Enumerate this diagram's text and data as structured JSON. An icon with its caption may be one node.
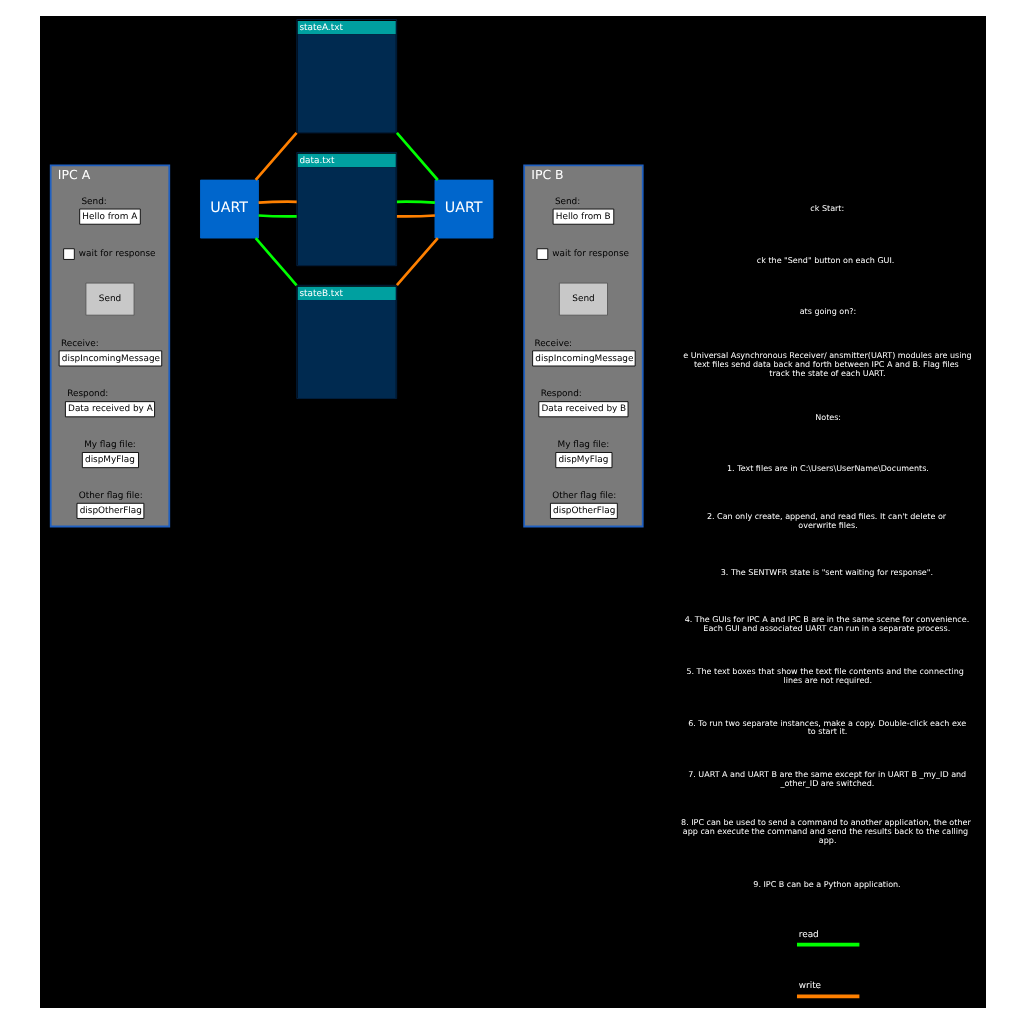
{
  "diagram": {
    "nodes": [
      {
        "text": [
          "IPC A"
        ]
      },
      {
        "text": [
          "Hello from A"
        ],
        "beside": [
          "Send:"
        ],
        "in": 0
      },
      {
        "text": [],
        "shape": "box",
        "beside": [
          "wait for response"
        ],
        "in": 0
      },
      {
        "text": [
          "Send"
        ],
        "in": 0
      },
      {
        "text": [
          "dispIncomingMessage"
        ],
        "beside": [
          "Receive:"
        ],
        "in": 0
      },
      {
        "text": [
          "Data received by A"
        ],
        "beside": [
          "Respond:"
        ],
        "in": 0
      },
      {
        "text": [
          "dispMyFlag"
        ],
        "beside": [
          "My flag file:"
        ],
        "in": 0
      },
      {
        "text": [
          "dispOtherFlag"
        ],
        "beside": [
          "Other flag file:"
        ],
        "in": 0
      },
      {
        "text": [
          "UART"
        ]
      },
      {
        "text": [
          "stateA.txt"
        ]
      },
      {
        "text": [
          "data.txt"
        ]
      },
      {
        "text": [
          "stateB.txt"
        ]
      },
      {
        "text": [
          "UART"
        ]
      },
      {
        "text": [
          "IPC B"
        ]
      },
      {
        "text": [
          "Hello from B"
        ],
        "beside": [
          "Send:"
        ],
        "in": 13
      },
      {
        "text": [],
        "shape": "box",
        "beside": [
          "wait for response"
        ],
        "in": 13
      },
      {
        "text": [
          "Send"
        ],
        "in": 13
      },
      {
        "text": [
          "dispIncomingMessage"
        ],
        "beside": [
          "Receive:"
        ],
        "in": 13
      },
      {
        "text": [
          "Data received by B"
        ],
        "beside": [
          "Respond:"
        ],
        "in": 13
      },
      {
        "text": [
          "dispMyFlag"
        ],
        "beside": [
          "My flag file:"
        ],
        "in": 13
      },
      {
        "text": [
          "dispOtherFlag"
        ],
        "beside": [
          "Other flag file:"
        ],
        "in": 13
      }
    ],
    "edges": [
      {
        "from": 8,
        "to": 10,
        "arrow": "none",
        "color": "#00ff00"
      },
      {
        "from": 8,
        "to": 11,
        "arrow": "none",
        "color": "#00ff00"
      },
      {
        "from": 8,
        "to": 9,
        "arrow": "none",
        "color": "#ff8000"
      },
      {
        "from": 8,
        "to": 10,
        "arrow": "none",
        "color": "#ff8000"
      },
      {
        "from": 12,
        "to": 11,
        "arrow": "none",
        "color": "#ff8000"
      },
      {
        "from": 12,
        "to": 10,
        "arrow": "none",
        "color": "#ff8000"
      },
      {
        "from": 12,
        "to": 9,
        "arrow": "none",
        "color": "#00ff00"
      },
      {
        "from": 12,
        "to": 10,
        "arrow": "none",
        "color": "#00ff00"
      }
    ],
    "labels": [
      "ck Start:",
      "ck the \"Send\" button on each GUI.",
      "ats going on?:",
      "e Universal Asynchronous Receiver/ ansmitter(UART) modules are using text files send data back and forth between IPC A and B. Flag files track the state of each UART.",
      "Notes:",
      "1. Text files are in C:\\Users\\UserName\\Documents.",
      "2. Can only create, append, and read files. It can't delete or overwrite files.",
      "3. The SENTWFR state is \"sent waiting for response\".",
      "4. The GUIs for IPC A and IPC B are in the same scene for convenience. Each GUI and associated UART can run in a separate process.",
      "5. The text boxes that show the text file contents and the connecting lines are not required.",
      "6. To run two separate instances, make a copy. Double-click each exe to start it.",
      "7. UART A and UART B are the same except for in UART B _my_ID and _other_ID are switched.",
      "8. IPC can be used to send a command to another application, the other app can execute the command and send the results back to the calling app.",
      "9. IPC B can be a Python application."
    ],
    "legend": [
      {
        "text": "read",
        "color": "#00ff00"
      },
      {
        "text": "write",
        "color": "#ff8000"
      }
    ]
  }
}
